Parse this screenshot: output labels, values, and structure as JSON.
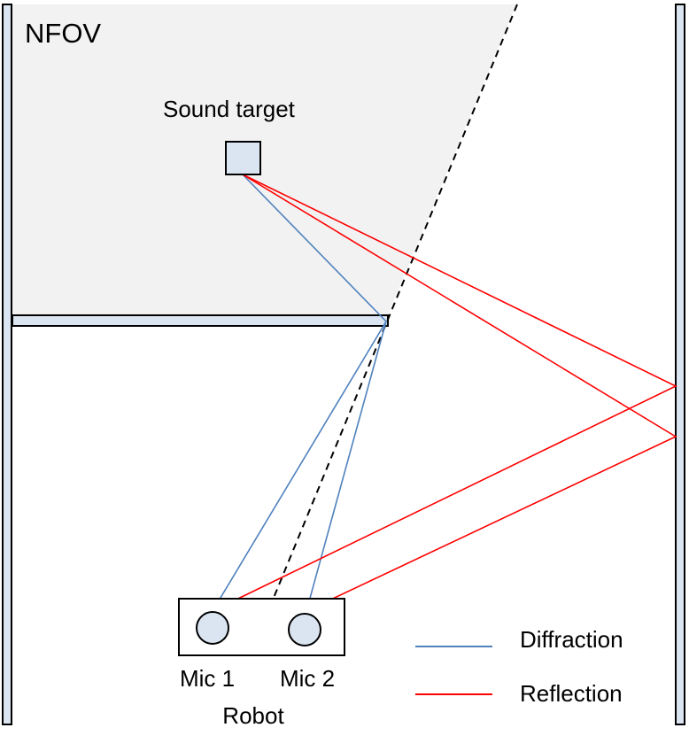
{
  "labels": {
    "region": "NFOV",
    "source": "Sound target",
    "mic1": "Mic 1",
    "mic2": "Mic 2",
    "robot": "Robot"
  },
  "legend": {
    "diffraction": "Diffraction",
    "reflection": "Reflection"
  },
  "colors": {
    "diffraction": "#4f81bd",
    "reflection": "#ff0000",
    "shade": "#f2f2f2",
    "wall_fill": "#dbe5f1",
    "outline": "#000000"
  }
}
